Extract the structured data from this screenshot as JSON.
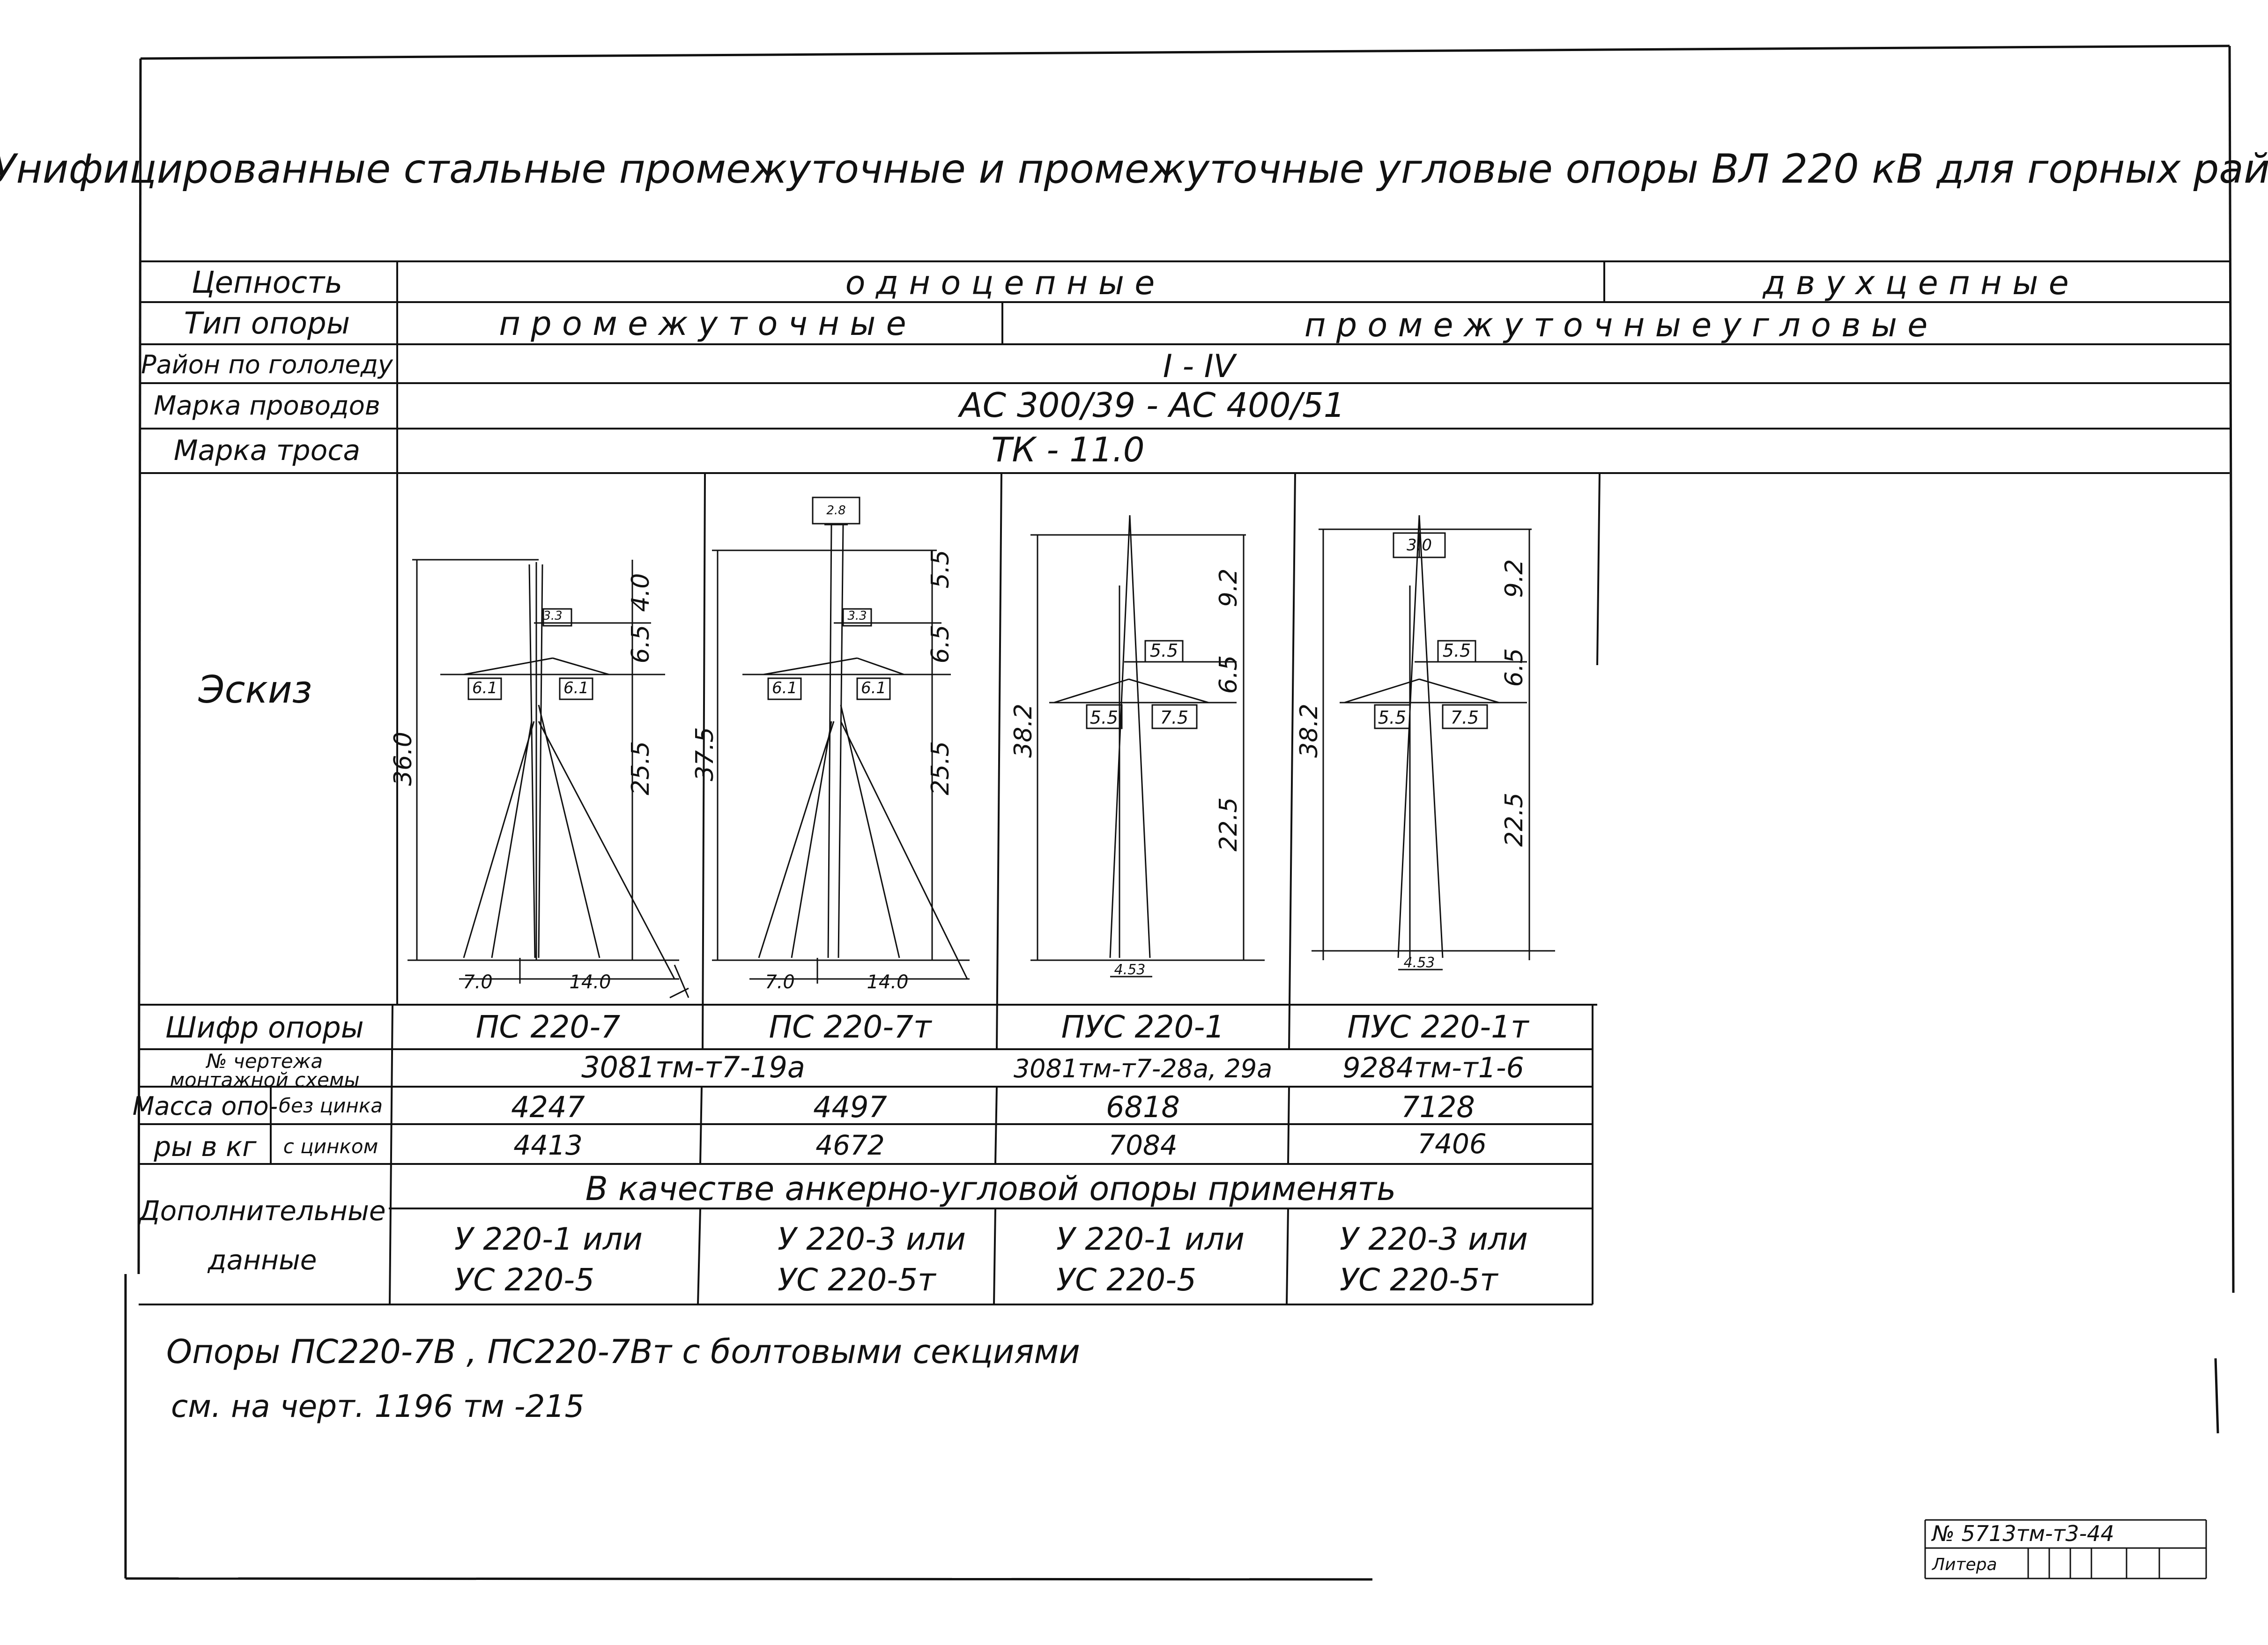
{
  "title": "Унифицированные стальные промежуточные и промежуточные угловые опоры ВЛ 220 кВ для горных районов",
  "rows": {
    "circuits": {
      "label": "Цепность",
      "single": "о д н о ц е п н ы е",
      "double": "д в у х ц е п н ы е"
    },
    "tower_type": {
      "label": "Тип опоры",
      "intermediate": "п р о м е ж у т о ч н ы е",
      "intermediate_angle": "п р о м е ж у т о ч н ы е   у г л о в ы е"
    },
    "ice_region": {
      "label": "Район по гололеду",
      "value": "I - IV"
    },
    "conductor": {
      "label": "Марка проводов",
      "value": "АС 300/39  -  АС 400/51"
    },
    "cable": {
      "label": "Марка троса",
      "value": "ТК - 11.0"
    },
    "sketch": {
      "label": "Эскиз"
    },
    "code": {
      "label": "Шифр опоры",
      "values": [
        "ПС 220-7",
        "ПС 220-7т",
        "ПУС 220-1",
        "ПУС 220-1т"
      ]
    },
    "drawing": {
      "label_1": "№ чертежа",
      "label_2": "монтажной схемы",
      "values": [
        "3081тм-т7-19а",
        "3081тм-т7-28а, 29а",
        "9284тм-т1-6"
      ]
    },
    "mass": {
      "label_1": "Масса опо-",
      "label_2": "ры в кг",
      "sub_1": "без цинка",
      "sub_2": "с цинком",
      "no_zinc": [
        "4247",
        "4497",
        "6818",
        "7128"
      ],
      "with_zinc": [
        "4413",
        "4672",
        "7084",
        "7406"
      ]
    },
    "extra": {
      "label_1": "Дополнительные",
      "label_2": "данные",
      "span": "В  качестве  анкерно-угловой  опоры  применять",
      "cells": [
        [
          "У 220-1  или",
          "УС 220-5"
        ],
        [
          "У 220-3 или",
          "УС 220-5т"
        ],
        [
          "У 220-1 или",
          "УС 220-5"
        ],
        [
          "У 220-3 или",
          "УС 220-5т"
        ]
      ]
    }
  },
  "sketches": [
    {
      "height": "36.0",
      "top": "4.0",
      "mid": "6.5",
      "low": "25.5",
      "box_top": "3.3",
      "arm_left": "6.1",
      "arm_right": "6.1",
      "base_left": "7.0",
      "base_right": "14.0"
    },
    {
      "height": "37.5",
      "top": "5.5",
      "mid": "6.5",
      "low": "25.5",
      "box_top": "3.3",
      "head": "2.8",
      "arm_left": "6.1",
      "arm_right": "6.1",
      "base_left": "7.0",
      "base_right": "14.0"
    },
    {
      "height": "38.2",
      "top": "9.2",
      "mid": "6.5",
      "low": "22.5",
      "box_top": "5.5",
      "arm_left": "5.5",
      "arm_right": "7.5",
      "base": "4.53"
    },
    {
      "height": "38.2",
      "top": "9.2",
      "mid": "6.5",
      "low": "22.5",
      "box_top": "5.5",
      "head": "3.0",
      "arm_left": "5.5",
      "arm_right": "7.5",
      "base": "4.53"
    }
  ],
  "note": {
    "line_1": "Опоры  ПС220-7В ,  ПС220-7Вт   с  болтовыми   секциями",
    "line_2": "см.  на  черт.  1196 тм -215"
  },
  "stamp": {
    "number": "№ 5713тм-т3-44",
    "label": "Литера"
  }
}
